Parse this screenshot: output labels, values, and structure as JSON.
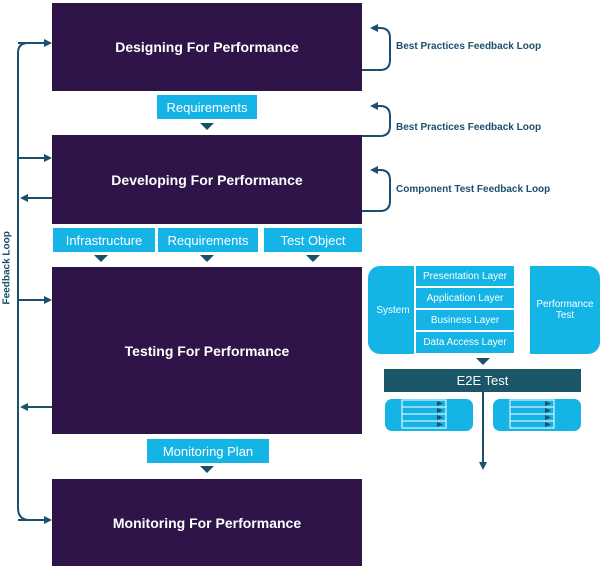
{
  "stages": {
    "designing": "Designing For Performance",
    "developing": "Developing For Performance",
    "testing": "Testing For Performance",
    "monitoring": "Monitoring For Performance"
  },
  "inputs": {
    "requirements_1": "Requirements",
    "infrastructure": "Infrastructure",
    "requirements_2": "Requirements",
    "test_object": "Test Object",
    "monitoring_plan": "Monitoring Plan"
  },
  "loops": {
    "best_practices_1": "Best Practices Feedback Loop",
    "best_practices_2": "Best Practices Feedback Loop",
    "component_test": "Component Test Feedback Loop",
    "feedback_loop": "Feedback Loop"
  },
  "test_detail": {
    "system": "System",
    "layers": [
      "Presentation Layer",
      "Application Layer",
      "Business Layer",
      "Data Access Layer"
    ],
    "performance_test": "Performance Test",
    "e2e_test": "E2E Test"
  },
  "colors": {
    "stage": "#2e1449",
    "accent": "#14b4e6",
    "line": "#1b4f6e",
    "e2e": "#1b5568"
  }
}
